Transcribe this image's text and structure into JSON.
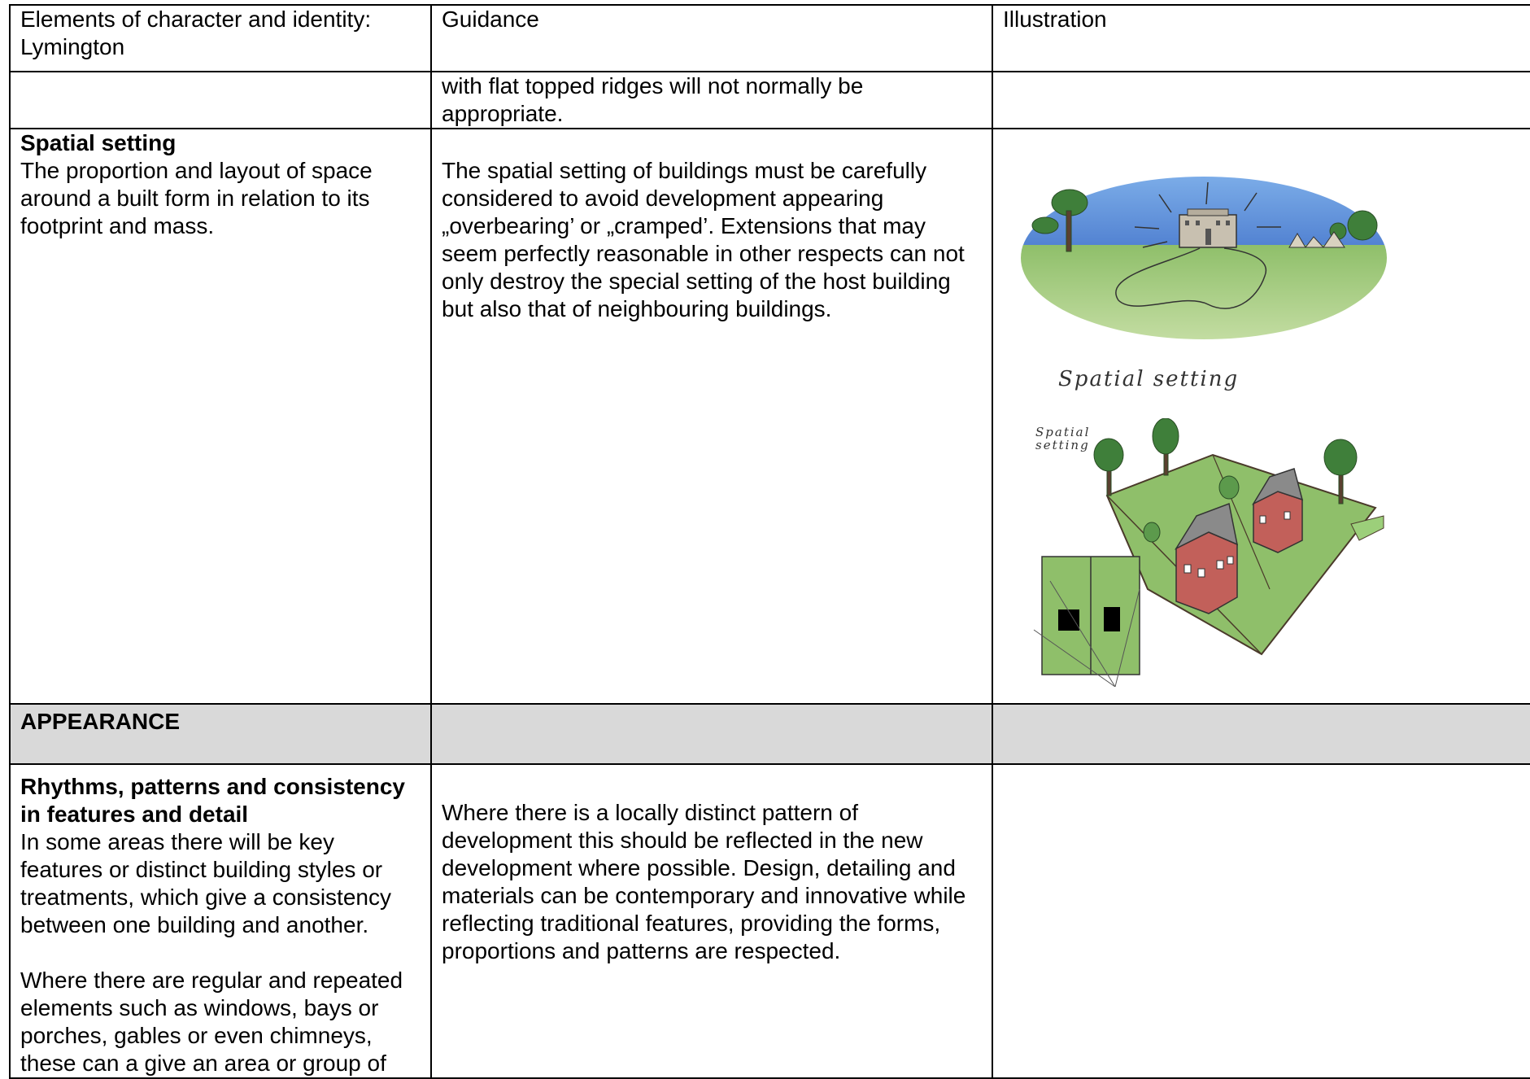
{
  "headers": {
    "col1": "Elements of character and identity:  Lymington",
    "col2": "Guidance",
    "col3": "Illustration"
  },
  "continuation": {
    "guidance": "with flat topped ridges will not normally be appropriate."
  },
  "spatial_setting": {
    "title": "Spatial setting",
    "description": "The proportion and layout of space around a built form in relation to its footprint and mass.",
    "guidance": "The spatial setting of buildings must be carefully considered to avoid development appearing „overbearing’ or „cramped’. Extensions that may seem perfectly reasonable in other respects can not only destroy the special setting of the host building but also that of neighbouring buildings.",
    "caption_top": "Spatial  setting",
    "caption_small": "Spatial setting"
  },
  "appearance": {
    "label": "APPEARANCE"
  },
  "rhythms": {
    "title": "Rhythms, patterns and consistency in features and detail",
    "para1": "In some areas there will be key features or distinct building styles or treatments, which give a consistency between one building and another.",
    "para2": "Where there are regular and repeated elements such as windows, bays or porches, gables or even chimneys, these can a give an area or group of",
    "guidance": "Where there is a locally distinct pattern of development this should be reflected in the new development where possible. Design, detailing and materials can be contemporary and innovative while reflecting traditional features, providing the forms, proportions and patterns are respected."
  },
  "colors": {
    "section_bg": "#d9d9d9",
    "grass": "#8fbf6a",
    "sky": "#5b8fd6",
    "brick": "#c2605a"
  }
}
